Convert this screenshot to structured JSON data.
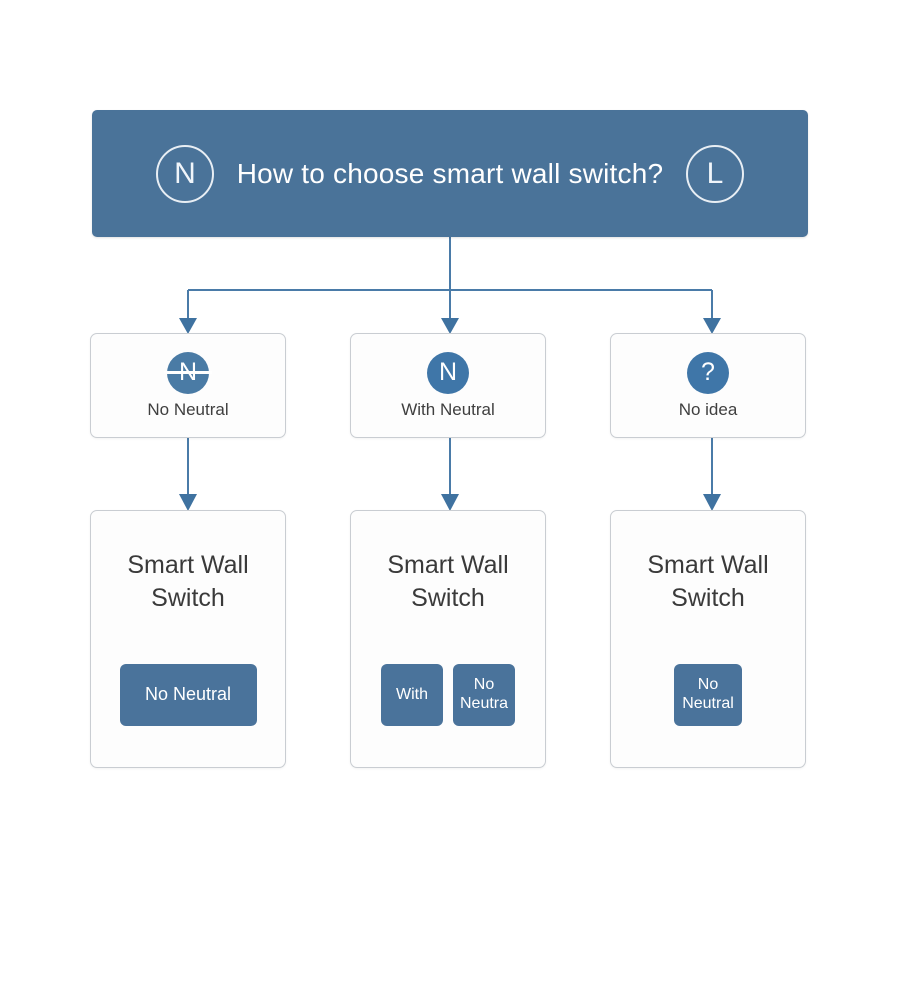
{
  "header": {
    "title": "How to choose smart wall switch?",
    "left_icon_label": "N",
    "right_icon_label": "L",
    "left_icon_name": "neutral-wire-circle-icon",
    "right_icon_name": "live-wire-circle-icon",
    "background_color": "#4a7399",
    "text_color": "#ffffff"
  },
  "options": [
    {
      "icon_glyph": "N",
      "icon_name": "no-neutral-icon",
      "icon_struck": true,
      "label": "No Neutral"
    },
    {
      "icon_glyph": "N",
      "icon_name": "with-neutral-icon",
      "icon_struck": false,
      "label": "With Neutral"
    },
    {
      "icon_glyph": "?",
      "icon_name": "question-mark-icon",
      "icon_struck": false,
      "label": "No idea"
    }
  ],
  "products": [
    {
      "title": "Smart Wall Switch",
      "title_line1": "Smart Wall",
      "title_line2": "Switch",
      "buttons": [
        {
          "label": "No Neutral",
          "style": "wide"
        }
      ]
    },
    {
      "title": "Smart Wall Switch",
      "title_line1": "Smart Wall",
      "title_line2": "Switch",
      "buttons": [
        {
          "label": "With",
          "style": "square"
        },
        {
          "label": "No Neutra",
          "style": "square"
        }
      ]
    },
    {
      "title": "Smart Wall Switch",
      "title_line1": "Smart Wall",
      "title_line2": "Switch",
      "buttons": [
        {
          "label": "No Neutral",
          "style": "square-large"
        }
      ]
    }
  ],
  "colors": {
    "brand_blue": "#4a7399",
    "button_blue": "#4a739b",
    "icon_blue": "#3f76a8",
    "connector_blue": "#4a7ba8",
    "card_border": "#c9cdd2",
    "card_background": "#fdfdfd",
    "body_text": "#3a3a3a",
    "page_background": "#ffffff"
  }
}
